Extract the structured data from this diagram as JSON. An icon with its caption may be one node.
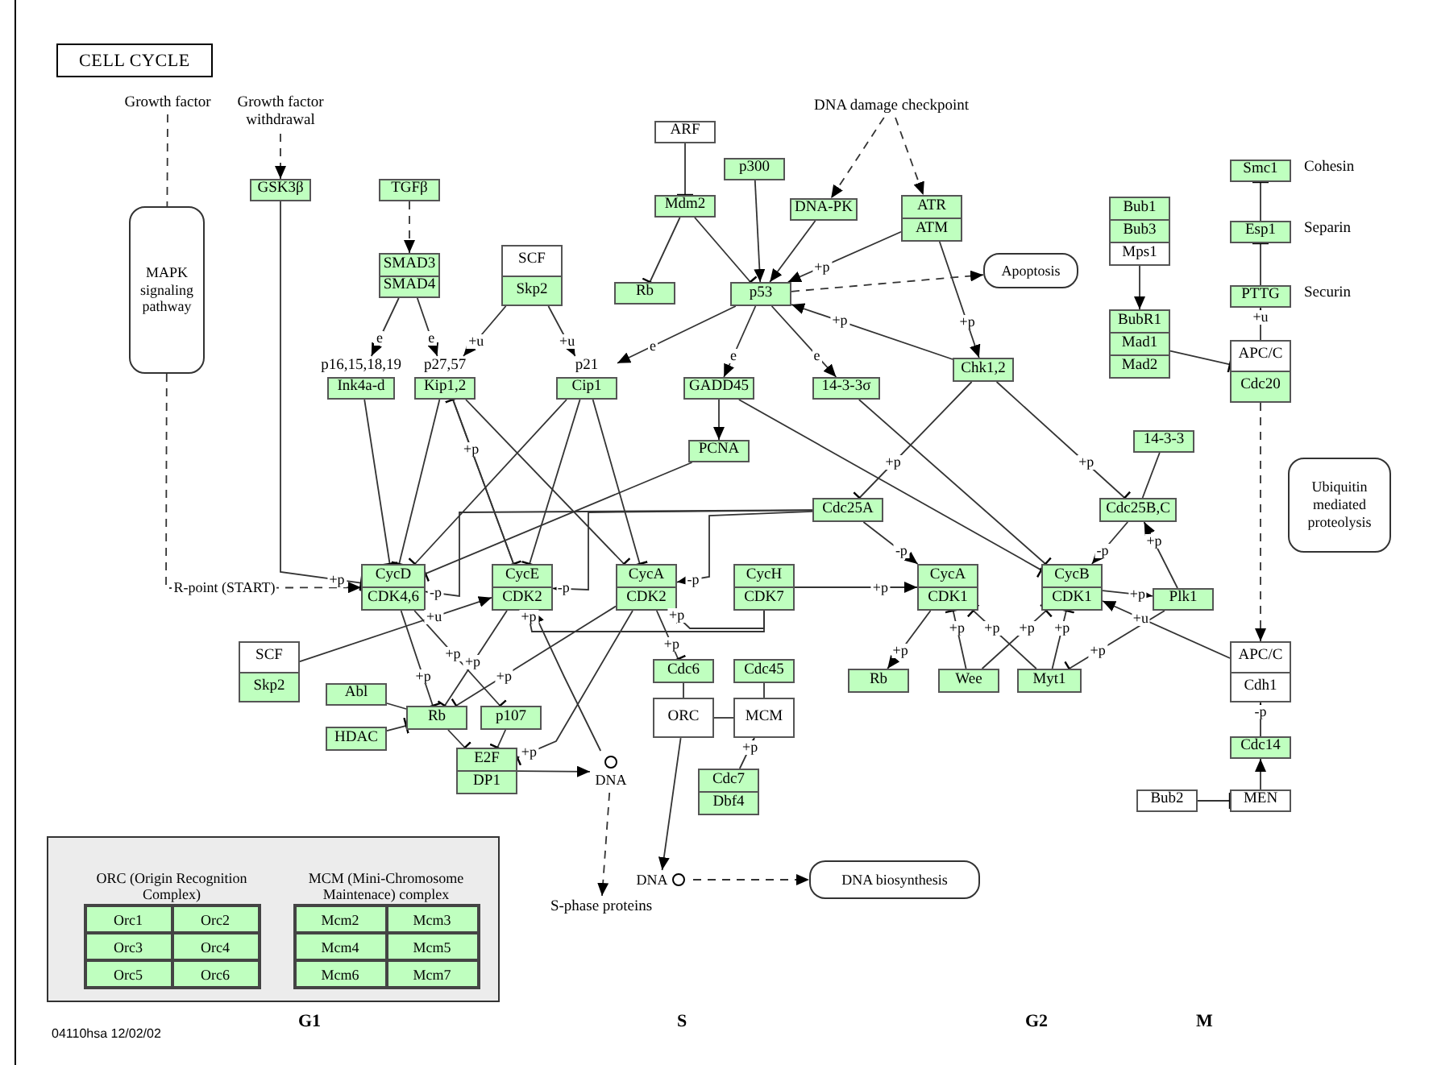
{
  "diagram": {
    "title": "CELL CYCLE",
    "nodes": [
      {
        "text": [
          "Growth factor"
        ]
      },
      {
        "text": [
          "Growth factor withdrawal"
        ]
      },
      {
        "text": [
          "MAPK signaling pathway"
        ]
      },
      {
        "text": [
          "GSK3β"
        ]
      },
      {
        "text": [
          "TGFβ"
        ]
      },
      {
        "text": [
          "SMAD3",
          "SMAD4"
        ]
      },
      {
        "text": [
          "SCF",
          "Skp2"
        ]
      },
      {
        "text": [
          "ARF"
        ]
      },
      {
        "text": [
          "Mdm2"
        ]
      },
      {
        "text": [
          "Rb"
        ]
      },
      {
        "text": [
          "p300"
        ]
      },
      {
        "text": [
          "DNA-PK"
        ]
      },
      {
        "text": [
          "ATR",
          "ATM"
        ]
      },
      {
        "text": [
          "p53"
        ]
      },
      {
        "text": [
          "Apoptosis"
        ]
      },
      {
        "text": [
          "DNA damage checkpoint"
        ]
      },
      {
        "text": [
          "p16,15,18,19",
          "Ink4a-d"
        ]
      },
      {
        "text": [
          "p27,57",
          "Kip1,2"
        ]
      },
      {
        "text": [
          "p21",
          "Cip1"
        ]
      },
      {
        "text": [
          "GADD45"
        ]
      },
      {
        "text": [
          "14-3-3σ"
        ]
      },
      {
        "text": [
          "Chk1,2"
        ]
      },
      {
        "text": [
          "Bub1",
          "Bub3",
          "Mps1"
        ]
      },
      {
        "text": [
          "BubR1",
          "Mad1",
          "Mad2"
        ]
      },
      {
        "text": [
          "Smc1"
        ],
        "beside": [
          "Cohesin"
        ]
      },
      {
        "text": [
          "Esp1"
        ],
        "beside": [
          "Separin"
        ]
      },
      {
        "text": [
          "PTTG"
        ],
        "beside": [
          "Securin"
        ]
      },
      {
        "text": [
          "APC/C",
          "Cdc20"
        ]
      },
      {
        "text": [
          "Ubiquitin mediated proteolysis"
        ]
      },
      {
        "text": [
          "PCNA"
        ]
      },
      {
        "text": [
          "Cdc25A"
        ]
      },
      {
        "text": [
          "14-3-3"
        ]
      },
      {
        "text": [
          "Cdc25B,C"
        ]
      },
      {
        "text": [
          "CycD",
          "CDK4,6"
        ]
      },
      {
        "text": [
          "CycE",
          "CDK2"
        ]
      },
      {
        "text": [
          "CycA",
          "CDK2"
        ]
      },
      {
        "text": [
          "CycH",
          "CDK7"
        ]
      },
      {
        "text": [
          "CycA",
          "CDK1"
        ]
      },
      {
        "text": [
          "CycB",
          "CDK1"
        ]
      },
      {
        "text": [
          "Plk1"
        ]
      },
      {
        "text": [
          "SCF",
          "Skp2"
        ]
      },
      {
        "text": [
          "Abl"
        ]
      },
      {
        "text": [
          "HDAC"
        ]
      },
      {
        "text": [
          "Rb"
        ]
      },
      {
        "text": [
          "p107"
        ]
      },
      {
        "text": [
          "E2F",
          "DP1"
        ]
      },
      {
        "text": [
          "DNA"
        ]
      },
      {
        "text": [
          "Cdc6"
        ]
      },
      {
        "text": [
          "ORC"
        ]
      },
      {
        "text": [
          "Cdc45"
        ]
      },
      {
        "text": [
          "MCM"
        ]
      },
      {
        "text": [
          "Cdc7",
          "Dbf4"
        ]
      },
      {
        "text": [
          "Rb"
        ]
      },
      {
        "text": [
          "Wee"
        ]
      },
      {
        "text": [
          "Myt1"
        ]
      },
      {
        "text": [
          "APC/C",
          "Cdh1"
        ]
      },
      {
        "text": [
          "Cdc14"
        ]
      },
      {
        "text": [
          "Bub2"
        ]
      },
      {
        "text": [
          "MEN"
        ]
      },
      {
        "text": [
          "S-phase proteins"
        ]
      },
      {
        "text": [
          "DNA"
        ]
      },
      {
        "text": [
          "DNA biosynthesis"
        ]
      },
      {
        "text": [],
        "shape": "box"
      },
      {
        "text": [
          "ORC (Origin Recognition Complex)",
          "Orc1",
          "Orc2",
          "Orc3",
          "Orc4",
          "Orc5",
          "Orc6"
        ],
        "in": 62
      },
      {
        "text": [
          "MCM (Mini-Chromosome Maintenace) complex",
          "Mcm2",
          "Mcm3",
          "Mcm4",
          "Mcm5",
          "Mcm6",
          "Mcm7"
        ],
        "in": 62
      }
    ],
    "edges": [
      {
        "from": 0,
        "to": 2,
        "arrow": "none",
        "style": "dashed"
      },
      {
        "from": 2,
        "to": 33,
        "arrow": "to",
        "style": "dashed",
        "label": "R-point (START)"
      },
      {
        "from": 1,
        "to": 3,
        "arrow": "to",
        "style": "dashed"
      },
      {
        "from": 3,
        "to": 33,
        "arrow": "other",
        "label": "+p"
      },
      {
        "from": 4,
        "to": 5,
        "arrow": "to",
        "style": "dashed"
      },
      {
        "from": 5,
        "to": 16,
        "arrow": "to",
        "label": "e"
      },
      {
        "from": 5,
        "to": 17,
        "arrow": "to",
        "label": "e"
      },
      {
        "from": 6,
        "to": 17,
        "arrow": "to",
        "label": "+u"
      },
      {
        "from": 6,
        "to": 18,
        "arrow": "to",
        "label": "+u"
      },
      {
        "from": 7,
        "to": 8,
        "arrow": "other"
      },
      {
        "from": 8,
        "to": 9,
        "arrow": "other"
      },
      {
        "from": 8,
        "to": 13,
        "arrow": "other"
      },
      {
        "from": 10,
        "to": 13,
        "arrow": "to"
      },
      {
        "from": 11,
        "to": 13,
        "arrow": "to"
      },
      {
        "from": 12,
        "to": 13,
        "arrow": "to",
        "label": "+p"
      },
      {
        "from": 21,
        "to": 13,
        "arrow": "to",
        "label": "+p"
      },
      {
        "from": 15,
        "to": 11,
        "arrow": "to",
        "style": "dashed"
      },
      {
        "from": 15,
        "to": 12,
        "arrow": "to",
        "style": "dashed"
      },
      {
        "from": 13,
        "to": 14,
        "arrow": "to",
        "style": "dashed"
      },
      {
        "from": 13,
        "to": 18,
        "arrow": "to",
        "label": "e"
      },
      {
        "from": 13,
        "to": 19,
        "arrow": "to",
        "label": "e"
      },
      {
        "from": 13,
        "to": 20,
        "arrow": "to",
        "label": "e"
      },
      {
        "from": 12,
        "to": 21,
        "arrow": "to",
        "label": "+p"
      },
      {
        "from": 22,
        "to": 23,
        "arrow": "to"
      },
      {
        "from": 23,
        "to": 27,
        "arrow": "other"
      },
      {
        "from": 27,
        "to": 26,
        "arrow": "to",
        "label": "+u"
      },
      {
        "from": 26,
        "to": 25,
        "arrow": "other"
      },
      {
        "from": 25,
        "to": 24,
        "arrow": "other"
      },
      {
        "from": 27,
        "to": 55,
        "arrow": "to",
        "style": "dashed"
      },
      {
        "from": 16,
        "to": 33,
        "arrow": "other"
      },
      {
        "from": 17,
        "to": 33,
        "arrow": "other"
      },
      {
        "from": 17,
        "to": 34,
        "arrow": "other"
      },
      {
        "from": 17,
        "to": 35,
        "arrow": "other"
      },
      {
        "from": 18,
        "to": 33,
        "arrow": "other"
      },
      {
        "from": 18,
        "to": 34,
        "arrow": "other"
      },
      {
        "from": 18,
        "to": 35,
        "arrow": "other"
      },
      {
        "from": 34,
        "to": 17,
        "arrow": "other",
        "label": "+p"
      },
      {
        "from": 19,
        "to": 29,
        "arrow": "to"
      },
      {
        "from": 29,
        "to": 33,
        "arrow": "other"
      },
      {
        "from": 19,
        "to": 38,
        "arrow": "other"
      },
      {
        "from": 20,
        "to": 38,
        "arrow": "other"
      },
      {
        "from": 21,
        "to": 30,
        "arrow": "other",
        "label": "+p"
      },
      {
        "from": 21,
        "to": 32,
        "arrow": "other",
        "label": "+p"
      },
      {
        "from": 31,
        "to": 32,
        "arrow": "none"
      },
      {
        "from": 30,
        "to": 33,
        "arrow": "to",
        "label": "-p"
      },
      {
        "from": 30,
        "to": 34,
        "arrow": "to",
        "label": "-p"
      },
      {
        "from": 30,
        "to": 35,
        "arrow": "to",
        "label": "-p"
      },
      {
        "from": 30,
        "to": 37,
        "arrow": "to",
        "label": "-p"
      },
      {
        "from": 36,
        "to": 37,
        "arrow": "to",
        "label": "+p"
      },
      {
        "from": 36,
        "to": 35,
        "arrow": "to",
        "label": "+p"
      },
      {
        "from": 36,
        "to": 34,
        "arrow": "to",
        "label": "+p"
      },
      {
        "from": 37,
        "to": 52,
        "arrow": "to",
        "label": "+p"
      },
      {
        "from": 53,
        "to": 37,
        "arrow": "other",
        "label": "+p"
      },
      {
        "from": 54,
        "to": 37,
        "arrow": "other",
        "label": "+p"
      },
      {
        "from": 53,
        "to": 38,
        "arrow": "other",
        "label": "+p"
      },
      {
        "from": 54,
        "to": 38,
        "arrow": "other",
        "label": "+p"
      },
      {
        "from": 32,
        "to": 38,
        "arrow": "to",
        "label": "-p"
      },
      {
        "from": 38,
        "to": 39,
        "arrow": "to",
        "label": "+p"
      },
      {
        "from": 39,
        "to": 32,
        "arrow": "to",
        "label": "+p"
      },
      {
        "from": 39,
        "to": 54,
        "arrow": "other",
        "label": "+p"
      },
      {
        "from": 55,
        "to": 38,
        "arrow": "to",
        "label": "+u"
      },
      {
        "from": 56,
        "to": 55,
        "arrow": "to",
        "label": "-p"
      },
      {
        "from": 58,
        "to": 56,
        "arrow": "to"
      },
      {
        "from": 57,
        "to": 58,
        "arrow": "other"
      },
      {
        "from": 40,
        "to": 34,
        "arrow": "to",
        "label": "+u"
      },
      {
        "from": 33,
        "to": 43,
        "arrow": "other",
        "label": "+p"
      },
      {
        "from": 33,
        "to": 44,
        "arrow": "other",
        "label": "+p"
      },
      {
        "from": 34,
        "to": 43,
        "arrow": "other",
        "label": "+p"
      },
      {
        "from": 35,
        "to": 43,
        "arrow": "other",
        "label": "+p"
      },
      {
        "from": 35,
        "to": 45,
        "arrow": "other",
        "label": "+p"
      },
      {
        "from": 35,
        "to": 47,
        "arrow": "other",
        "label": "+p"
      },
      {
        "from": 41,
        "to": 43,
        "arrow": "none"
      },
      {
        "from": 42,
        "to": 43,
        "arrow": "other"
      },
      {
        "from": 43,
        "to": 45,
        "arrow": "other"
      },
      {
        "from": 44,
        "to": 45,
        "arrow": "other"
      },
      {
        "from": 45,
        "to": 46,
        "arrow": "to"
      },
      {
        "from": 46,
        "to": 34,
        "arrow": "to"
      },
      {
        "from": 46,
        "to": 59,
        "arrow": "to",
        "style": "dashed"
      },
      {
        "from": 47,
        "to": 48,
        "arrow": "none"
      },
      {
        "from": 48,
        "to": 50,
        "arrow": "none"
      },
      {
        "from": 49,
        "to": 50,
        "arrow": "none"
      },
      {
        "from": 51,
        "to": 50,
        "arrow": "to",
        "label": "+p"
      },
      {
        "from": 48,
        "to": 60,
        "arrow": "to"
      },
      {
        "from": 60,
        "to": 61,
        "arrow": "to",
        "style": "dashed"
      }
    ],
    "labels": [
      "G1",
      "S",
      "G2",
      "M",
      "04110hsa 12/02/02"
    ]
  }
}
